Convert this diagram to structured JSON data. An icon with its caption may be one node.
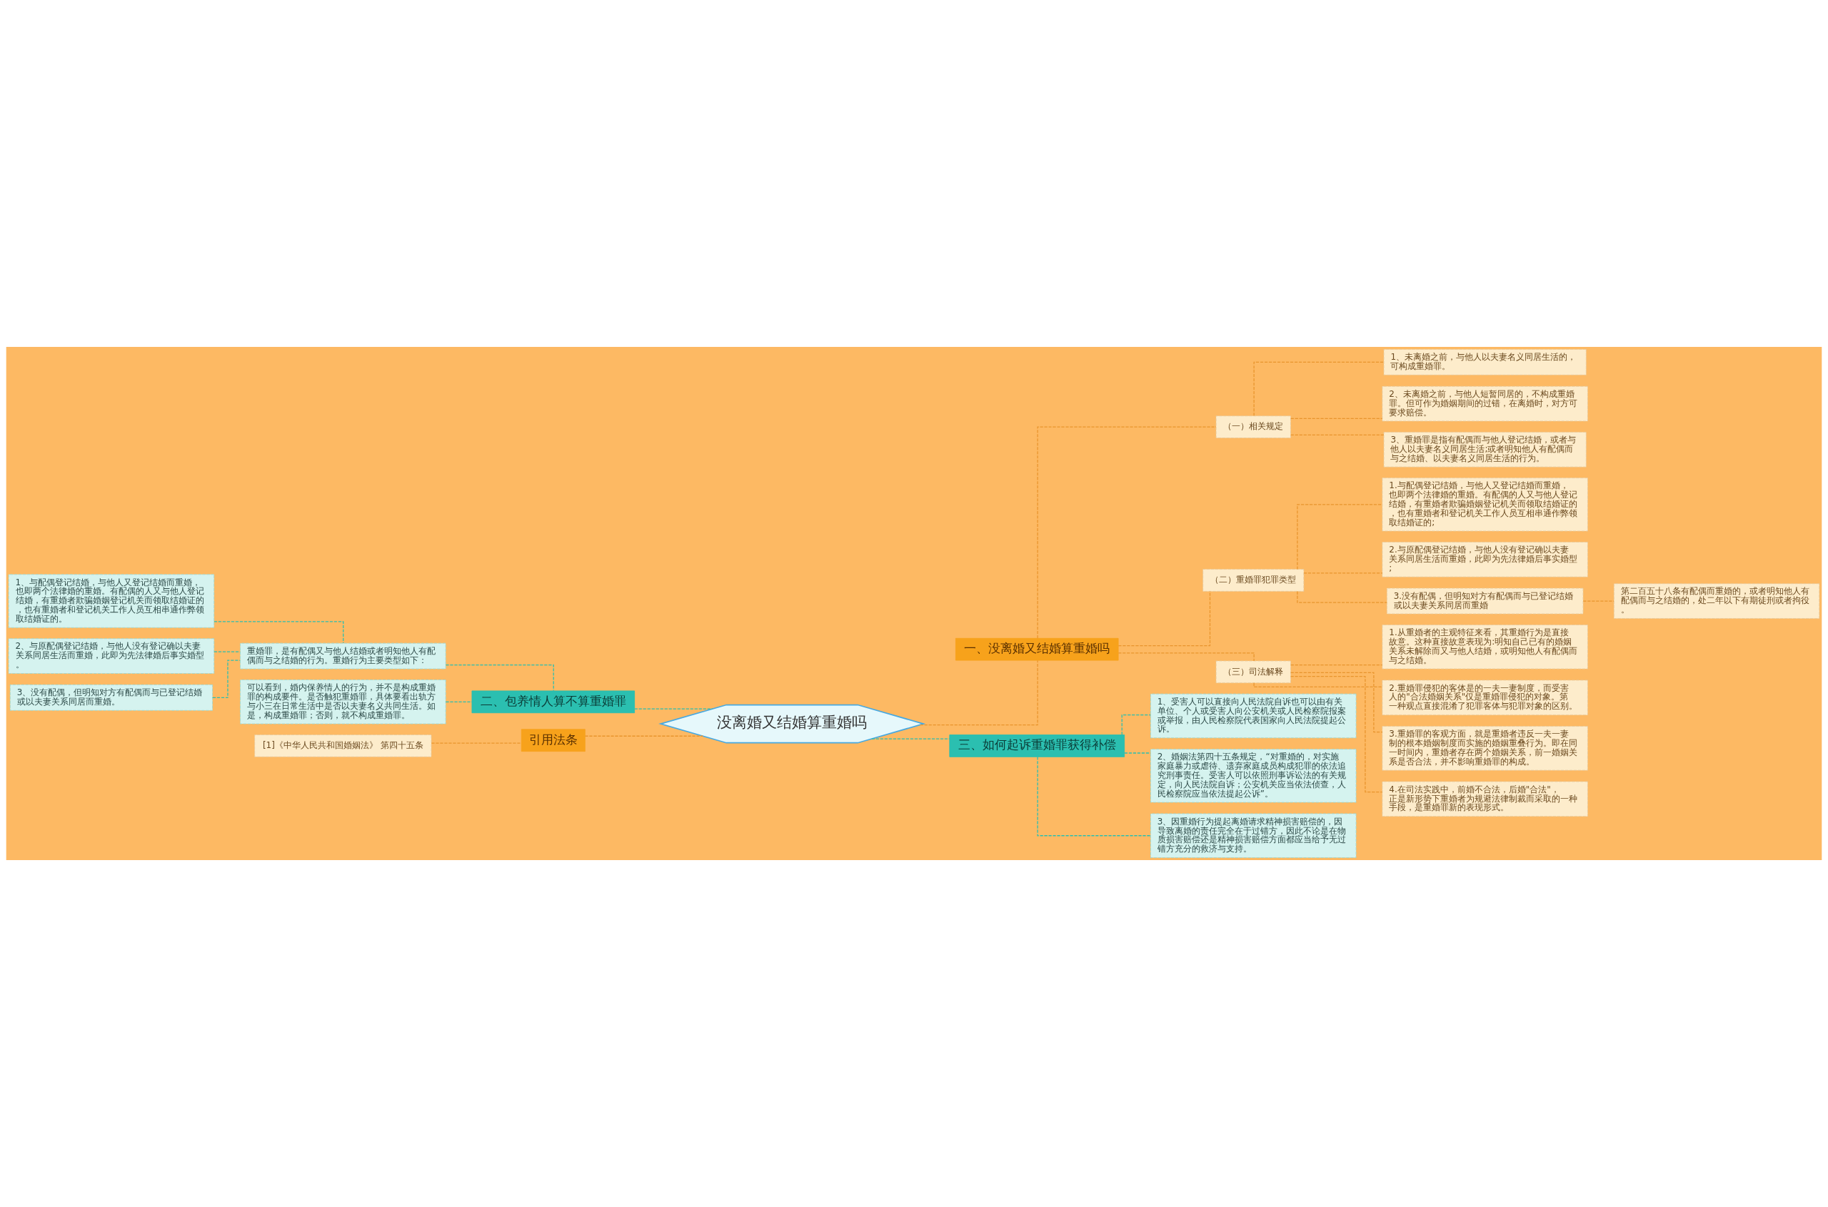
{
  "diagram": {
    "nodes": [
      {
        "text": [
          "没离婚又结婚算重婚吗"
        ]
      },
      {
        "text": [
          "一、没离婚又结婚算重婚吗"
        ]
      },
      {
        "text": [
          "（一）相关规定"
        ]
      },
      {
        "text": [
          "1、未离婚之前，与他人以夫妻名义同居生活的，可构成重婚罪。"
        ]
      },
      {
        "text": [
          "2、未离婚之前，与他人短暂同居的，不构成重婚罪。但可作为婚姻期间的过错，在离婚时，对方可要求赔偿。"
        ]
      },
      {
        "text": [
          "3、重婚罪是指有配偶而与他人登记结婚，或者与他人以夫妻名义同居生活;或者明知他人有配偶而与之结婚、以夫妻名义同居生活的行为。"
        ]
      },
      {
        "text": [
          "（二）重婚罪犯罪类型"
        ]
      },
      {
        "text": [
          "1.与配偶登记结婚，与他人又登记结婚而重婚，也即两个法律婚的重婚。有配偶的人又与他人登记结婚，有重婚者欺骗婚姻登记机关而领取结婚证的，也有重婚者和登记机关工作人员互相串通作弊领取结婚证的;"
        ]
      },
      {
        "text": [
          "2.与原配偶登记结婚，与他人没有登记确以夫妻关系同居生活而重婚，此即为先法律婚后事实婚型;"
        ]
      },
      {
        "text": [
          "3.没有配偶，但明知对方有配偶而与已登记结婚或以夫妻关系同居而重婚"
        ]
      },
      {
        "text": [
          "第二百五十八条有配偶而重婚的，或者明知他人有配偶而与之结婚的，处二年以下有期徒刑或者拘役。"
        ]
      },
      {
        "text": [
          "（三）司法解释"
        ]
      },
      {
        "text": [
          "1.从重婚者的主观特征来看，其重婚行为是直接故意。这种直接故意表现为:明知自己已有的婚姻关系未解除而又与他人结婚，或明知他人有配偶而与之结婚。"
        ]
      },
      {
        "text": [
          "2.重婚罪侵犯的客体是的一夫一妻制度，而受害人的\"合法婚姻关系\"仅是重婚罪侵犯的对象。第一种观点直接混淆了犯罪客体与犯罪对象的区别。"
        ]
      },
      {
        "text": [
          "3.重婚罪的客观方面，就是重婚者违反一夫一妻制的根本婚姻制度而实施的婚姻重叠行为。即在同一时间内，重婚者存在两个婚姻关系，前一婚姻关系是否合法，并不影响重婚罪的构成。"
        ]
      },
      {
        "text": [
          "4.在司法实践中，前婚不合法，后婚\"合法\"，正是新形势下重婚者为规避法律制裁而采取的一种手段，是重婚罪新的表现形式。"
        ]
      },
      {
        "text": [
          "三、如何起诉重婚罪获得补偿"
        ]
      },
      {
        "text": [
          "1、受害人可以直接向人民法院自诉也可以由有关单位、个人或受害人向公安机关或人民检察院报案或举报，由人民检察院代表国家向人民法院提起公诉。"
        ]
      },
      {
        "text": [
          "2、婚姻法第四十五条规定，“对重婚的，对实施家庭暴力或虐待、遗弃家庭成员构成犯罪的依法追究刑事责任。受害人可以依照刑事诉讼法的有关规定，向人民法院自诉；公安机关应当依法侦查，人民检察院应当依法提起公诉”。"
        ]
      },
      {
        "text": [
          "3、因重婚行为提起离婚请求精神损害赔偿的，因导致离婚的责任完全在于过错方，因此不论是在物质损害赔偿还是精神损害赔偿方面都应当给予无过错方充分的救济与支持。"
        ]
      },
      {
        "text": [
          "二、包养情人算不算重婚罪"
        ]
      },
      {
        "text": [
          "重婚罪，是有配偶又与他人结婚或者明知他人有配偶而与之结婚的行为。重婚行为主要类型如下："
        ]
      },
      {
        "text": [
          "可以看到，婚内保养情人的行为，并不是构成重婚罪的构成要件。是否触犯重婚罪，具体要看出轨方与小三在日常生活中是否以夫妻名义共同生活。如是，构成重婚罪；否则，就不构成重婚罪。"
        ]
      },
      {
        "text": [
          "1、与配偶登记结婚，与他人又登记结婚而重婚，也即两个法律婚的重婚。有配偶的人又与他人登记结婚，有重婚者欺骗婚姻登记机关而领取结婚证的，也有重婚者和登记机关工作人员互相串通作弊领取结婚证的。"
        ]
      },
      {
        "text": [
          "2、与原配偶登记结婚，与他人没有登记确以夫妻关系同居生活而重婚，此即为先法律婚后事实婚型。"
        ]
      },
      {
        "text": [
          "3、没有配偶，但明知对方有配偶而与已登记结婚或以夫妻关系同居而重婚。"
        ]
      },
      {
        "text": [
          "引用法条"
        ]
      },
      {
        "text": [
          "[1]《中华人民共和国婚姻法》 第四十五条"
        ]
      }
    ],
    "edges": [
      {
        "from": 0,
        "to": 1,
        "arrow": "none",
        "style": "dashed"
      },
      {
        "from": 1,
        "to": 2,
        "arrow": "none",
        "style": "dashed"
      },
      {
        "from": 2,
        "to": 3,
        "arrow": "none",
        "style": "dashed"
      },
      {
        "from": 2,
        "to": 4,
        "arrow": "none",
        "style": "dashed"
      },
      {
        "from": 2,
        "to": 5,
        "arrow": "none",
        "style": "dashed"
      },
      {
        "from": 1,
        "to": 6,
        "arrow": "none",
        "style": "dashed"
      },
      {
        "from": 6,
        "to": 7,
        "arrow": "none",
        "style": "dashed"
      },
      {
        "from": 6,
        "to": 8,
        "arrow": "none",
        "style": "dashed"
      },
      {
        "from": 6,
        "to": 9,
        "arrow": "none",
        "style": "dashed"
      },
      {
        "from": 9,
        "to": 10,
        "arrow": "none",
        "style": "dashed"
      },
      {
        "from": 1,
        "to": 11,
        "arrow": "none",
        "style": "dashed"
      },
      {
        "from": 11,
        "to": 12,
        "arrow": "none",
        "style": "dashed"
      },
      {
        "from": 11,
        "to": 13,
        "arrow": "none",
        "style": "dashed"
      },
      {
        "from": 11,
        "to": 14,
        "arrow": "none",
        "style": "dashed"
      },
      {
        "from": 11,
        "to": 15,
        "arrow": "none",
        "style": "dashed"
      },
      {
        "from": 0,
        "to": 16,
        "arrow": "none",
        "style": "dashed",
        "color": "#2bbfb0"
      },
      {
        "from": 16,
        "to": 17,
        "arrow": "none",
        "style": "dashed",
        "color": "#2bbfb0"
      },
      {
        "from": 16,
        "to": 18,
        "arrow": "none",
        "style": "dashed",
        "color": "#2bbfb0"
      },
      {
        "from": 16,
        "to": 19,
        "arrow": "none",
        "style": "dashed",
        "color": "#2bbfb0"
      },
      {
        "from": 0,
        "to": 20,
        "arrow": "none",
        "style": "dashed",
        "color": "#2bbfb0"
      },
      {
        "from": 20,
        "to": 21,
        "arrow": "none",
        "style": "dashed",
        "color": "#2bbfb0"
      },
      {
        "from": 20,
        "to": 22,
        "arrow": "none",
        "style": "dashed",
        "color": "#2bbfb0"
      },
      {
        "from": 21,
        "to": 23,
        "arrow": "none",
        "style": "dashed",
        "color": "#2bbfb0"
      },
      {
        "from": 21,
        "to": 24,
        "arrow": "none",
        "style": "dashed",
        "color": "#2bbfb0"
      },
      {
        "from": 21,
        "to": 25,
        "arrow": "none",
        "style": "dashed",
        "color": "#2bbfb0"
      },
      {
        "from": 0,
        "to": 26,
        "arrow": "none",
        "style": "dashed"
      },
      {
        "from": 26,
        "to": 27,
        "arrow": "none",
        "style": "dashed"
      }
    ]
  }
}
